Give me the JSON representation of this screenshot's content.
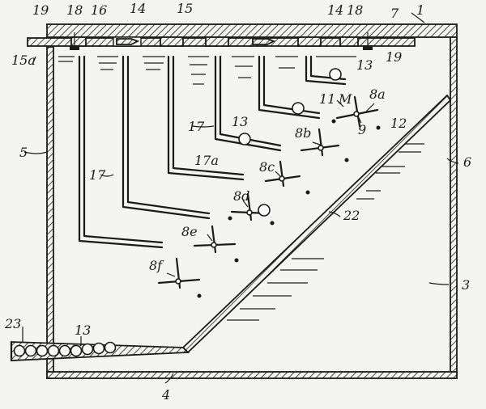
{
  "figure": {
    "labels": {
      "l1": "1",
      "l3": "3",
      "l4": "4",
      "l5": "5",
      "l6": "6",
      "l7": "7",
      "l8a": "8a",
      "l8b": "8b",
      "l8c": "8c",
      "l8d": "8d",
      "l8e": "8e",
      "l8f": "8f",
      "l9": "9",
      "l11": "11",
      "l12": "12",
      "lM": "M",
      "l13a": "13",
      "l13b": "13",
      "l13c": "13",
      "l14a": "14",
      "l14b": "14",
      "l15": "15",
      "l15a": "15a",
      "l16": "16",
      "l17a": "17",
      "l17b": "17",
      "l17c": "17a",
      "l18a": "18",
      "l18b": "18",
      "l19a": "19",
      "l19b": "19",
      "l22": "22",
      "l23": "23"
    }
  }
}
